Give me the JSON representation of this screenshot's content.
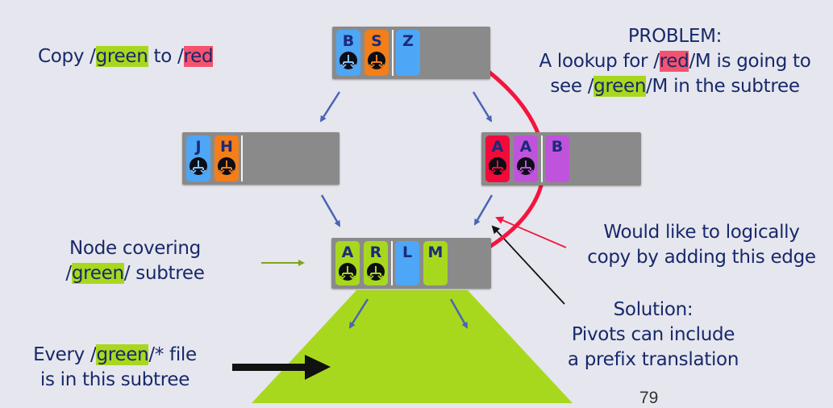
{
  "colors": {
    "text": "#17296b",
    "highlight_green": "#a8d81e",
    "highlight_red": "#f4536e",
    "node_bg": "#8a8a8a",
    "pivot_blue": "#4ea6f6",
    "pivot_orange": "#f47e18",
    "pivot_red": "#f20b3a",
    "pivot_purple": "#c053dc",
    "pivot_green": "#a8d81e",
    "edge_blue": "#4a64b4",
    "copy_arrow": "#f2163f",
    "subtree": "#a8d81e"
  },
  "copy_caption": {
    "prefix": "Copy /",
    "src": "green",
    "mid": " to /",
    "dst": "red"
  },
  "problem": {
    "title": "PROBLEM:",
    "line1_pre": "A lookup for /",
    "line1_hl": "red",
    "line1_post": "/M is going to",
    "line2_pre": "see /",
    "line2_hl": "green",
    "line2_post": "/M in the subtree"
  },
  "node_label": {
    "line1": "Node covering",
    "line2_pre": "/",
    "line2_hl": "green",
    "line2_post": "/ subtree"
  },
  "every_label": {
    "line1_pre": "Every /",
    "line1_hl": "green",
    "line1_post": "/* file",
    "line2": "is in this subtree"
  },
  "would_like": {
    "line1": "Would like to logically",
    "line2": "copy by adding this edge"
  },
  "solution": {
    "line1": "Solution:",
    "line2": "Pivots can include",
    "line3": "a prefix translation"
  },
  "nodes": {
    "root": {
      "pivots": [
        {
          "key": "B",
          "color": "blue",
          "has_pointer": true
        },
        {
          "key": "S",
          "color": "orange",
          "has_pointer": true
        },
        {
          "key": "Z",
          "color": "blue",
          "has_pointer": false
        }
      ]
    },
    "left": {
      "pivots": [
        {
          "key": "J",
          "color": "blue",
          "has_pointer": true
        },
        {
          "key": "H",
          "color": "orange",
          "has_pointer": true
        }
      ]
    },
    "right": {
      "pivots": [
        {
          "key": "A",
          "color": "red",
          "has_pointer": true
        },
        {
          "key": "A",
          "color": "purple",
          "has_pointer": true
        },
        {
          "key": "B",
          "color": "purple",
          "has_pointer": false
        }
      ]
    },
    "green": {
      "pivots": [
        {
          "key": "A",
          "color": "green",
          "has_pointer": true
        },
        {
          "key": "R",
          "color": "green",
          "has_pointer": true
        },
        {
          "key": "L",
          "color": "blue",
          "has_pointer": false
        },
        {
          "key": "M",
          "color": "green",
          "has_pointer": false
        }
      ]
    }
  },
  "page_number": "79"
}
